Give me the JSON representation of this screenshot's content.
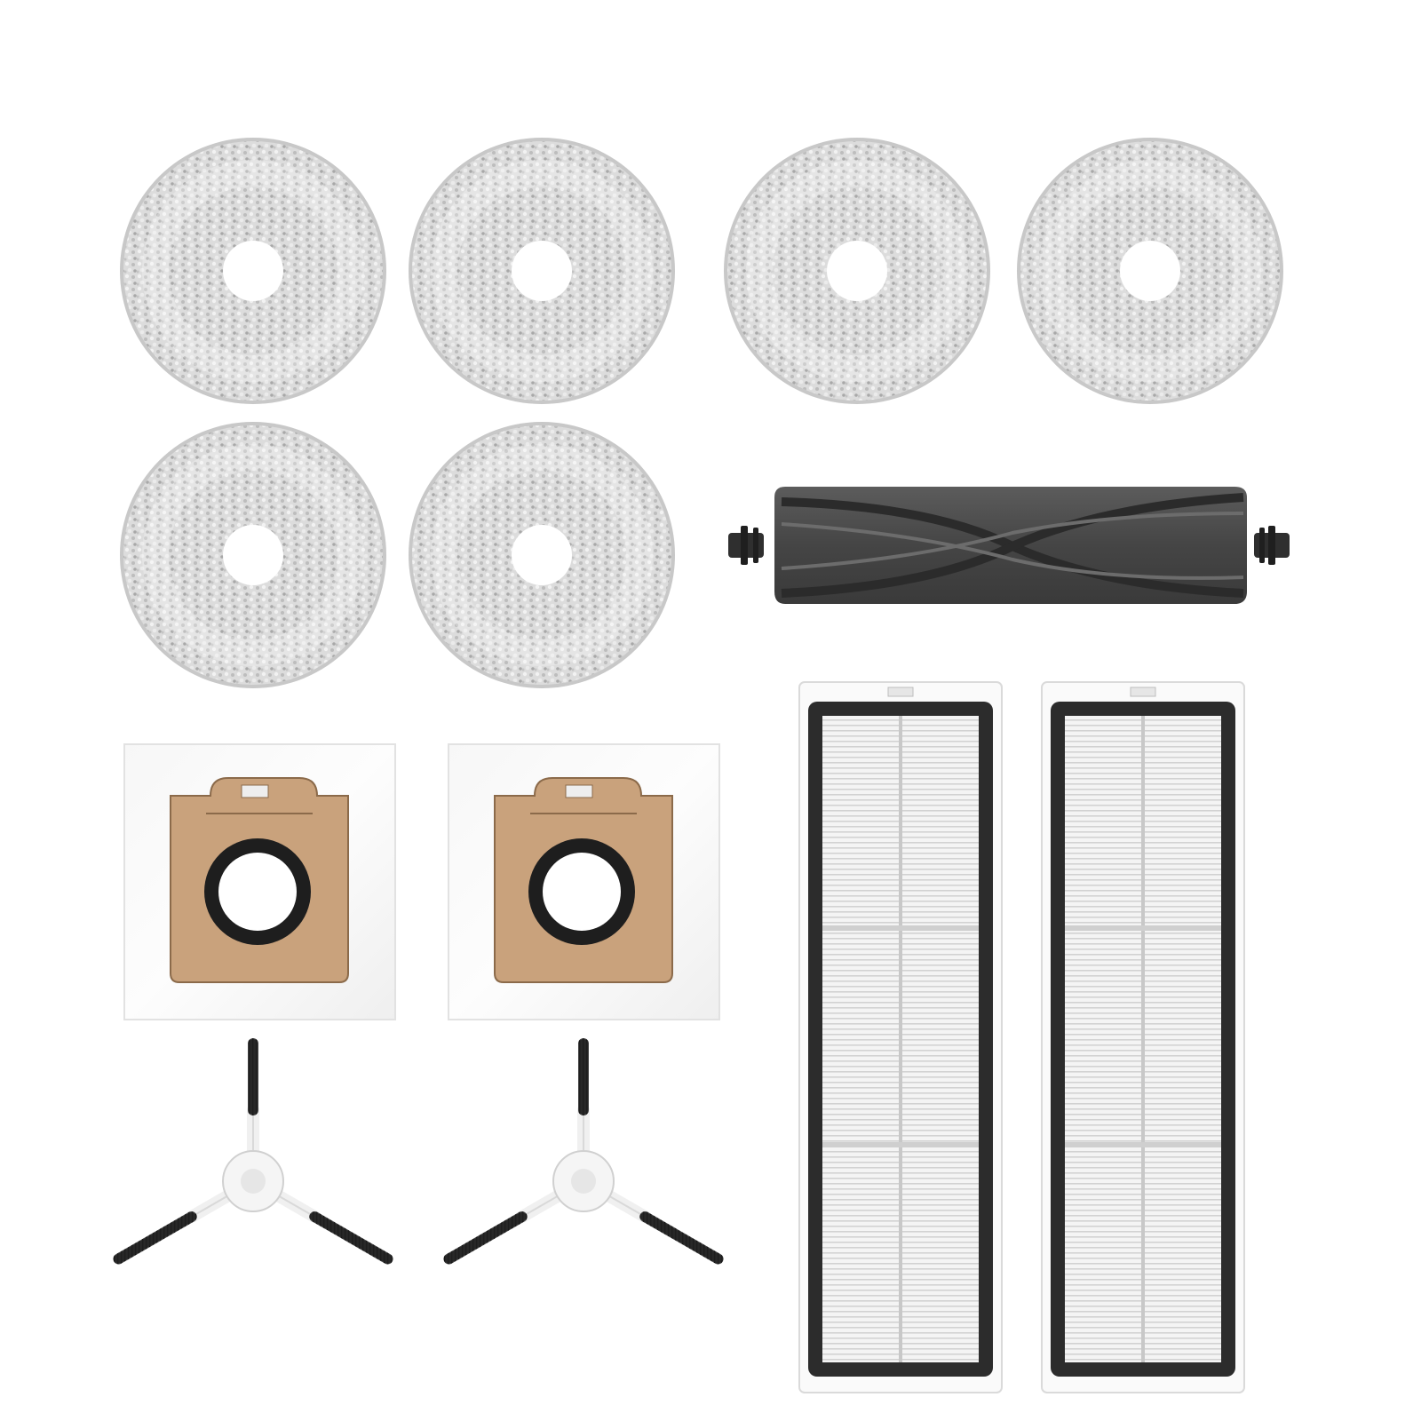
{
  "page": {
    "background": "#ffffff"
  },
  "palette": {
    "mop_fabric": "#d6d6d6",
    "mop_fabric_light": "#efefef",
    "mop_fabric_dark": "#9c9c9c",
    "roller_body": "#4b4b4b",
    "roller_dark": "#2f2f2f",
    "roller_light": "#6a6a6a",
    "bag_cardboard": "#c9a27c",
    "bag_plastic": "#f4f4f4",
    "filter_frame": "#2c2c2c",
    "filter_pleats": "#f2f2f2",
    "brush_hub": "#f3f3f3",
    "brush_bristles": "#2a2a2a"
  },
  "items": {
    "mop_pads": {
      "count": 6,
      "icon": "mop-pad-icon"
    },
    "main_roller_brush": {
      "count": 1,
      "icon": "roller-brush-icon"
    },
    "dust_bags": {
      "count": 2,
      "icon": "dust-bag-icon"
    },
    "hepa_filters": {
      "count": 2,
      "icon": "hepa-filter-icon"
    },
    "side_brushes": {
      "count": 2,
      "icon": "side-brush-icon"
    }
  }
}
